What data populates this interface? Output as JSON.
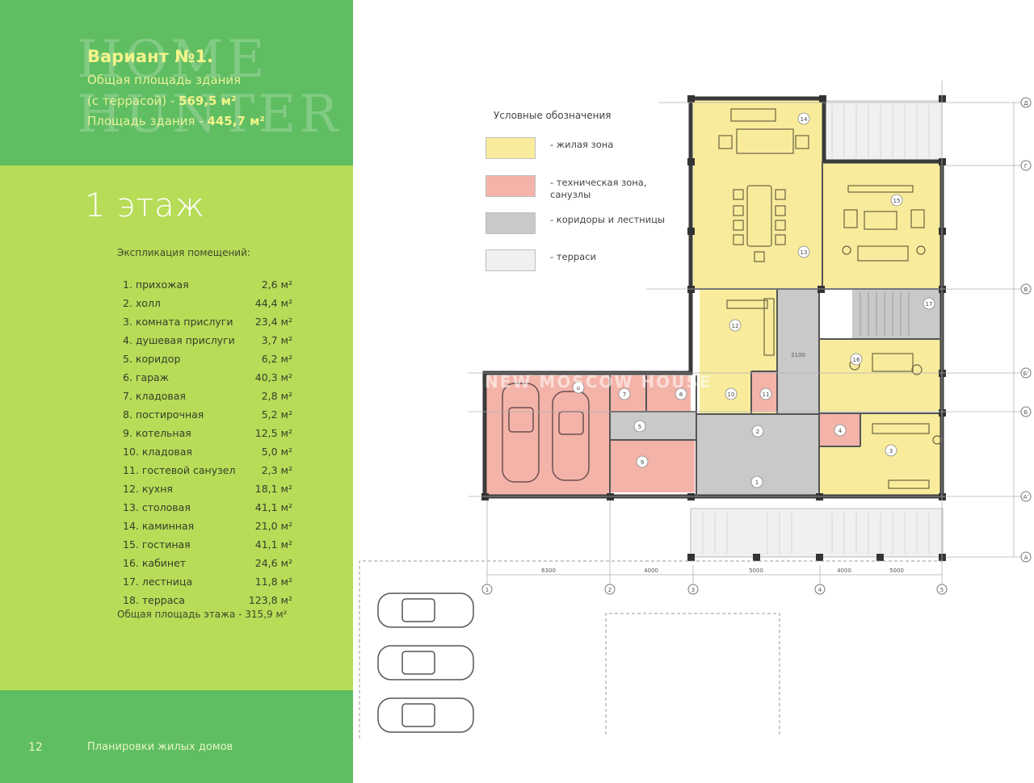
{
  "header": {
    "variant_title": "Вариант №1.",
    "total_area_label": "Общая площадь здания",
    "terrace_label": "(с террасой) - ",
    "terrace_value": "569,5 м²",
    "building_area_label": "Площадь здания - ",
    "building_area_value": "445,7 м²",
    "logo_top": "HOME",
    "logo_bottom": "HUNTER"
  },
  "floor": {
    "title": "1 этаж",
    "explication_title": "Экспликация помещений:",
    "rooms": [
      {
        "name": "1. прихожая",
        "area": "2,6 м²"
      },
      {
        "name": "2. холл",
        "area": "44,4 м²"
      },
      {
        "name": "3. комната прислуги",
        "area": "23,4 м²"
      },
      {
        "name": "4. душевая прислуги",
        "area": "3,7 м²"
      },
      {
        "name": "5. коридор",
        "area": "6,2 м²"
      },
      {
        "name": "6. гараж",
        "area": "40,3 м²"
      },
      {
        "name": "7. кладовая",
        "area": "2,8 м²"
      },
      {
        "name": "8. постирочная",
        "area": "5,2 м²"
      },
      {
        "name": "9. котельная",
        "area": "12,5 м²"
      },
      {
        "name": "10. кладовая",
        "area": "5,0 м²"
      },
      {
        "name": "11. гостевой санузел",
        "area": "2,3 м²"
      },
      {
        "name": "12. кухня",
        "area": "18,1 м²"
      },
      {
        "name": "13. столовая",
        "area": "41,1 м²"
      },
      {
        "name": "14. каминная",
        "area": "21,0 м²"
      },
      {
        "name": "15. гостиная",
        "area": "41,1 м²"
      },
      {
        "name": "16. кабинет",
        "area": "24,6 м²"
      },
      {
        "name": "17. лестница",
        "area": "11,8 м²"
      },
      {
        "name": "18. терраса",
        "area": "123,8 м²"
      }
    ],
    "total_area": "Общая площадь этажа - 315,9 м²"
  },
  "footer": {
    "page_number": "12",
    "section": "Планировки жилых домов"
  },
  "legend": {
    "title": "Условные обозначения",
    "items": [
      {
        "label": "- жилая зона",
        "color": "#f8ec9c"
      },
      {
        "label": "- техническая зона, санузлы",
        "color": "#f4b3a9"
      },
      {
        "label": "- коридоры и лестницы",
        "color": "#c9c9c9"
      },
      {
        "label": "- терраси",
        "color": "#f0f0f0"
      }
    ]
  },
  "plan": {
    "watermark": "NEW MOSCOW HOUSE",
    "axes_columns": [
      "1",
      "2",
      "3",
      "4",
      "5"
    ],
    "axes_rows": [
      "А",
      "А'",
      "Б",
      "Б'",
      "В",
      "Г",
      "Д"
    ],
    "dim_bottom": [
      "6300",
      "4000",
      "5000",
      "4000",
      "5000"
    ],
    "corridor_dim": "2100",
    "room_numbers": [
      "1",
      "2",
      "3",
      "4",
      "5",
      "6",
      "7",
      "8",
      "9",
      "10",
      "11",
      "12",
      "13",
      "14",
      "15",
      "16",
      "17"
    ]
  },
  "colors": {
    "green_dark": "#5fbd62",
    "green_light": "#b7dc58",
    "living": "#f8ec9c",
    "technical": "#f4b3a9",
    "corridor": "#c9c9c9",
    "terrace": "#f0f0f0"
  }
}
